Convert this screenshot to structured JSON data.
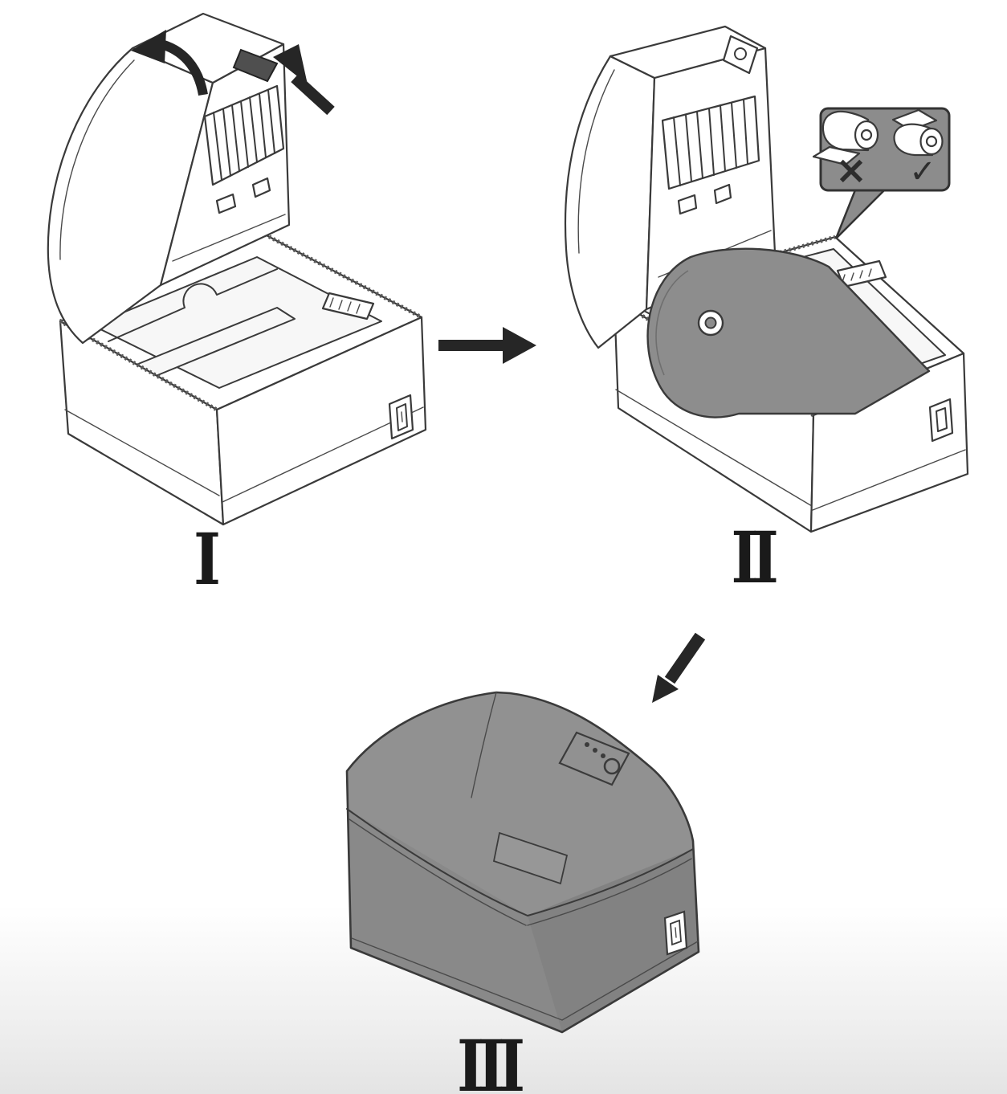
{
  "steps": [
    {
      "label": "I",
      "name": "open-printer-cover"
    },
    {
      "label": "II",
      "name": "insert-paper-roll"
    },
    {
      "label": "III",
      "name": "close-printer-cover"
    }
  ],
  "callout": {
    "wrong_mark": "×",
    "correct_mark": "✓"
  },
  "colors": {
    "printer_gray": "#8d8d8d",
    "paper_roll_gray": "#8d8d8d",
    "callout_gray": "#8c8c8c",
    "outline": "#3a3a3a",
    "arrow_black": "#262626",
    "page_background": "#ffffff",
    "bottom_fade": "#e4e4e4"
  }
}
